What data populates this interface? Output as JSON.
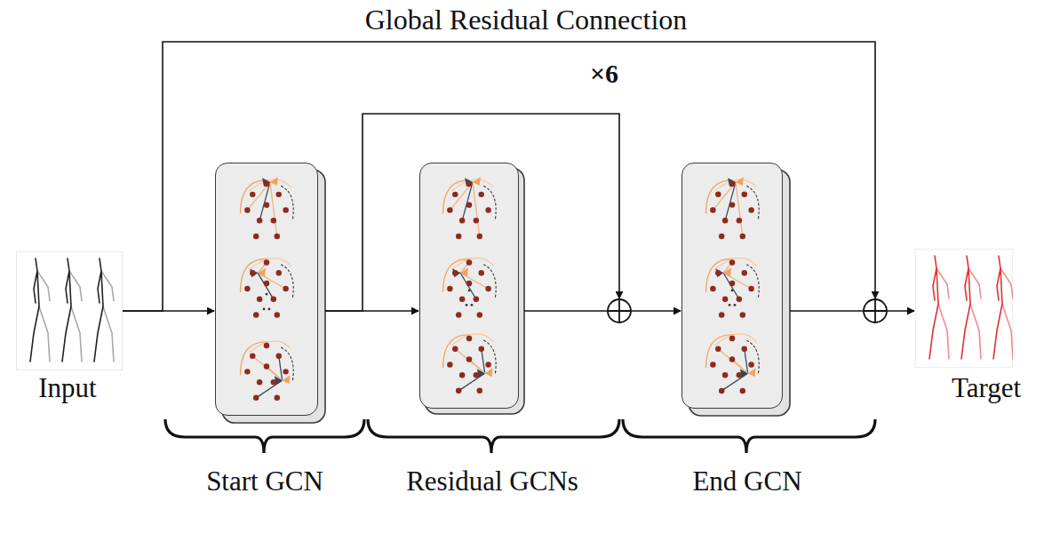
{
  "diagram": {
    "nodes": [
      {
        "text": [
          "Input"
        ]
      },
      {
        "text": [
          "Start GCN"
        ]
      },
      {
        "text": [
          "Residual GCNs"
        ]
      },
      {
        "text": [
          "End GCN"
        ]
      },
      {
        "text": [
          "Target"
        ]
      }
    ],
    "edges": [
      {
        "from": 0,
        "to": 1,
        "arrow": "to"
      },
      {
        "from": 1,
        "to": 2,
        "arrow": "to"
      },
      {
        "from": 2,
        "to": 3,
        "arrow": "to"
      },
      {
        "from": 3,
        "to": 4,
        "arrow": "to"
      },
      {
        "from": 1,
        "to": 3,
        "label": "×6",
        "arrow": "to"
      },
      {
        "from": 0,
        "to": 4,
        "label": "Global Residual Connection",
        "arrow": "to"
      }
    ]
  }
}
